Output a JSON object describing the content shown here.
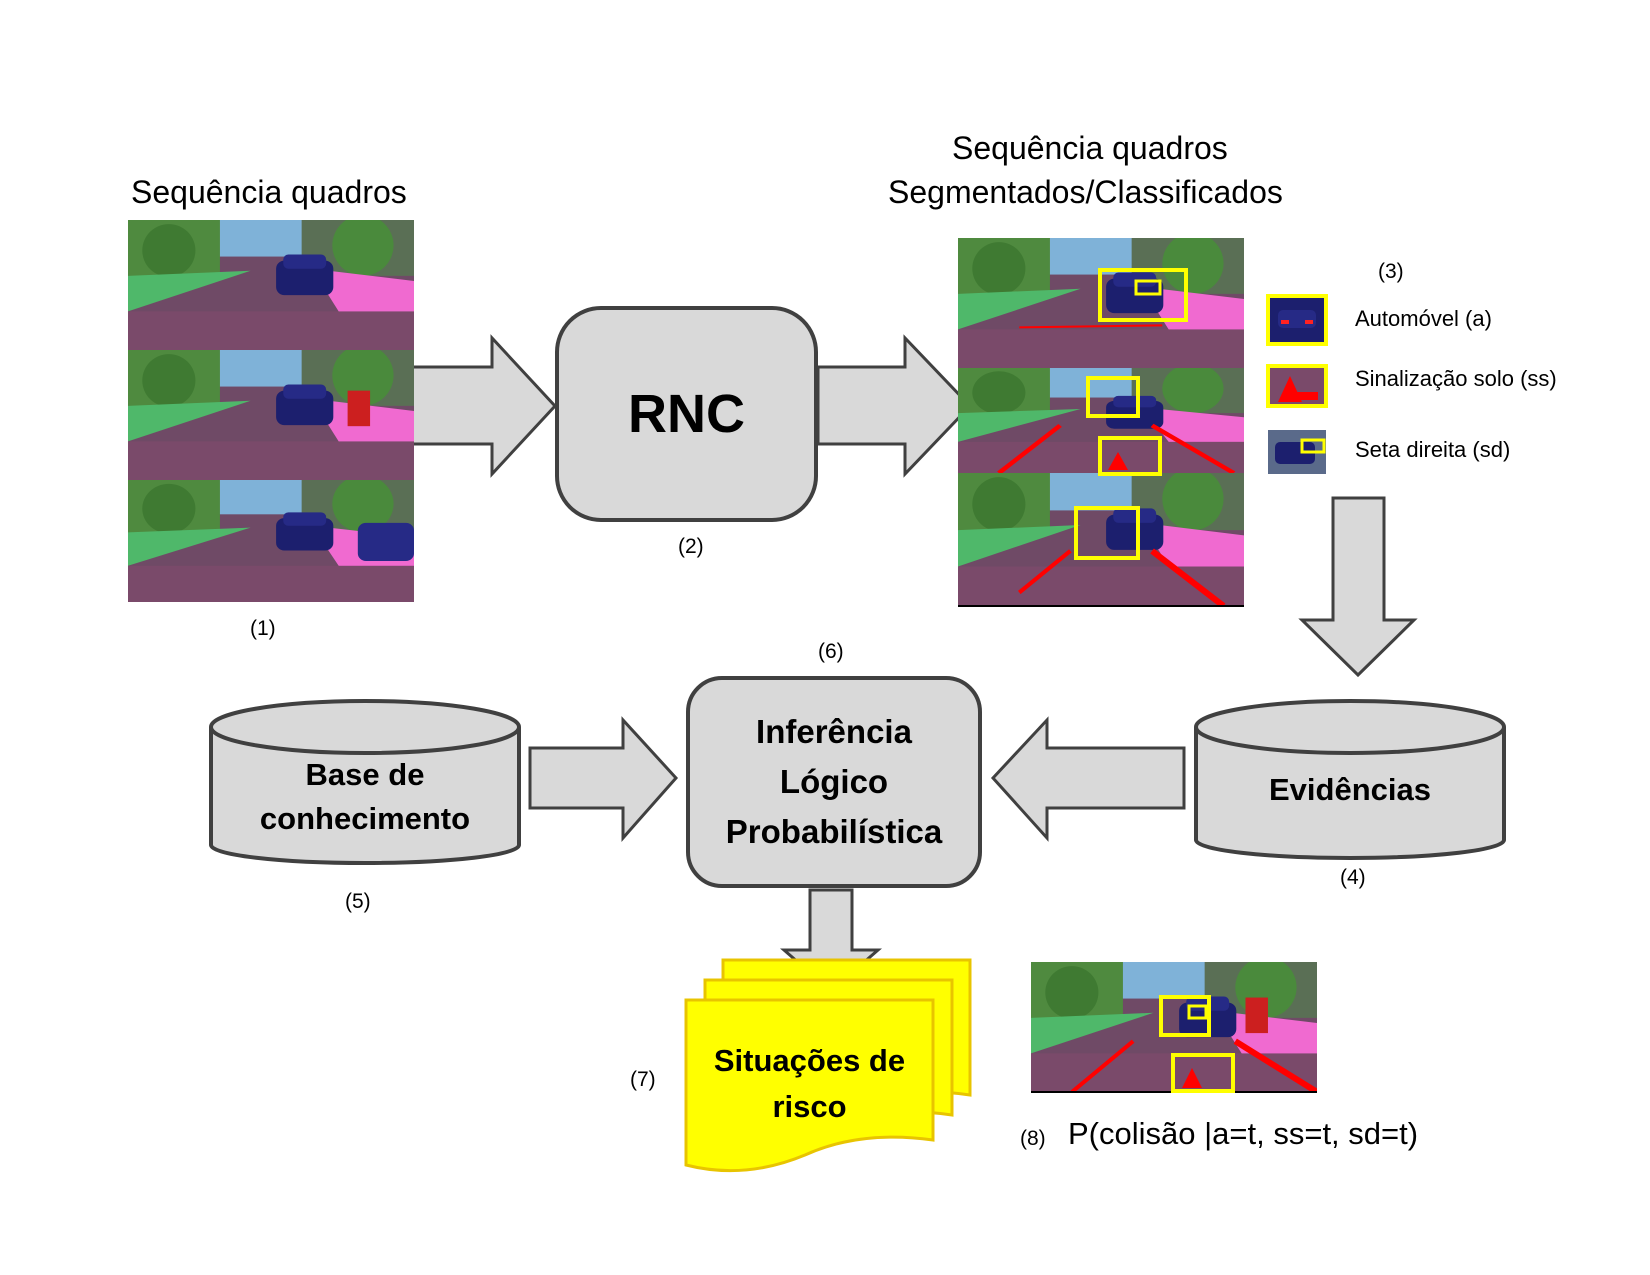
{
  "input": {
    "title": "Sequência quadros",
    "num": "(1)"
  },
  "rnc": {
    "label": "RNC",
    "num": "(2)"
  },
  "segmented": {
    "title_line1": "Sequência quadros",
    "title_line2": "Segmentados/Classificados"
  },
  "legend": {
    "num": "(3)",
    "items": [
      {
        "label": "Automóvel (a)",
        "icon": "car-crop-icon"
      },
      {
        "label": "Sinalização solo (ss)",
        "icon": "ground-arrow-icon"
      },
      {
        "label": "Seta direita (sd)",
        "icon": "turn-signal-icon"
      }
    ]
  },
  "evidence": {
    "label": "Evidências",
    "num": "(4)"
  },
  "knowledge": {
    "line1": "Base de",
    "line2": "conhecimento",
    "num": "(5)"
  },
  "inference": {
    "line1": "Inferência",
    "line2": "Lógico",
    "line3": "Probabilística",
    "num": "(6)"
  },
  "risk": {
    "line1": "Situações de",
    "line2": "risco",
    "num": "(7)"
  },
  "result": {
    "num": "(8)",
    "formula": "P(colisão |a=t, ss=t, sd=t)"
  },
  "colors": {
    "box_fill": "#d9d9d9",
    "box_stroke": "#404040",
    "highlight": "#ffff00",
    "segment_red": "#ff0000",
    "road": "#7a4a6a",
    "sidewalk": "#f06ad0",
    "vegetation": "#4fb86a",
    "car": "#1c1f6e",
    "sky": "#7fb2d8"
  }
}
